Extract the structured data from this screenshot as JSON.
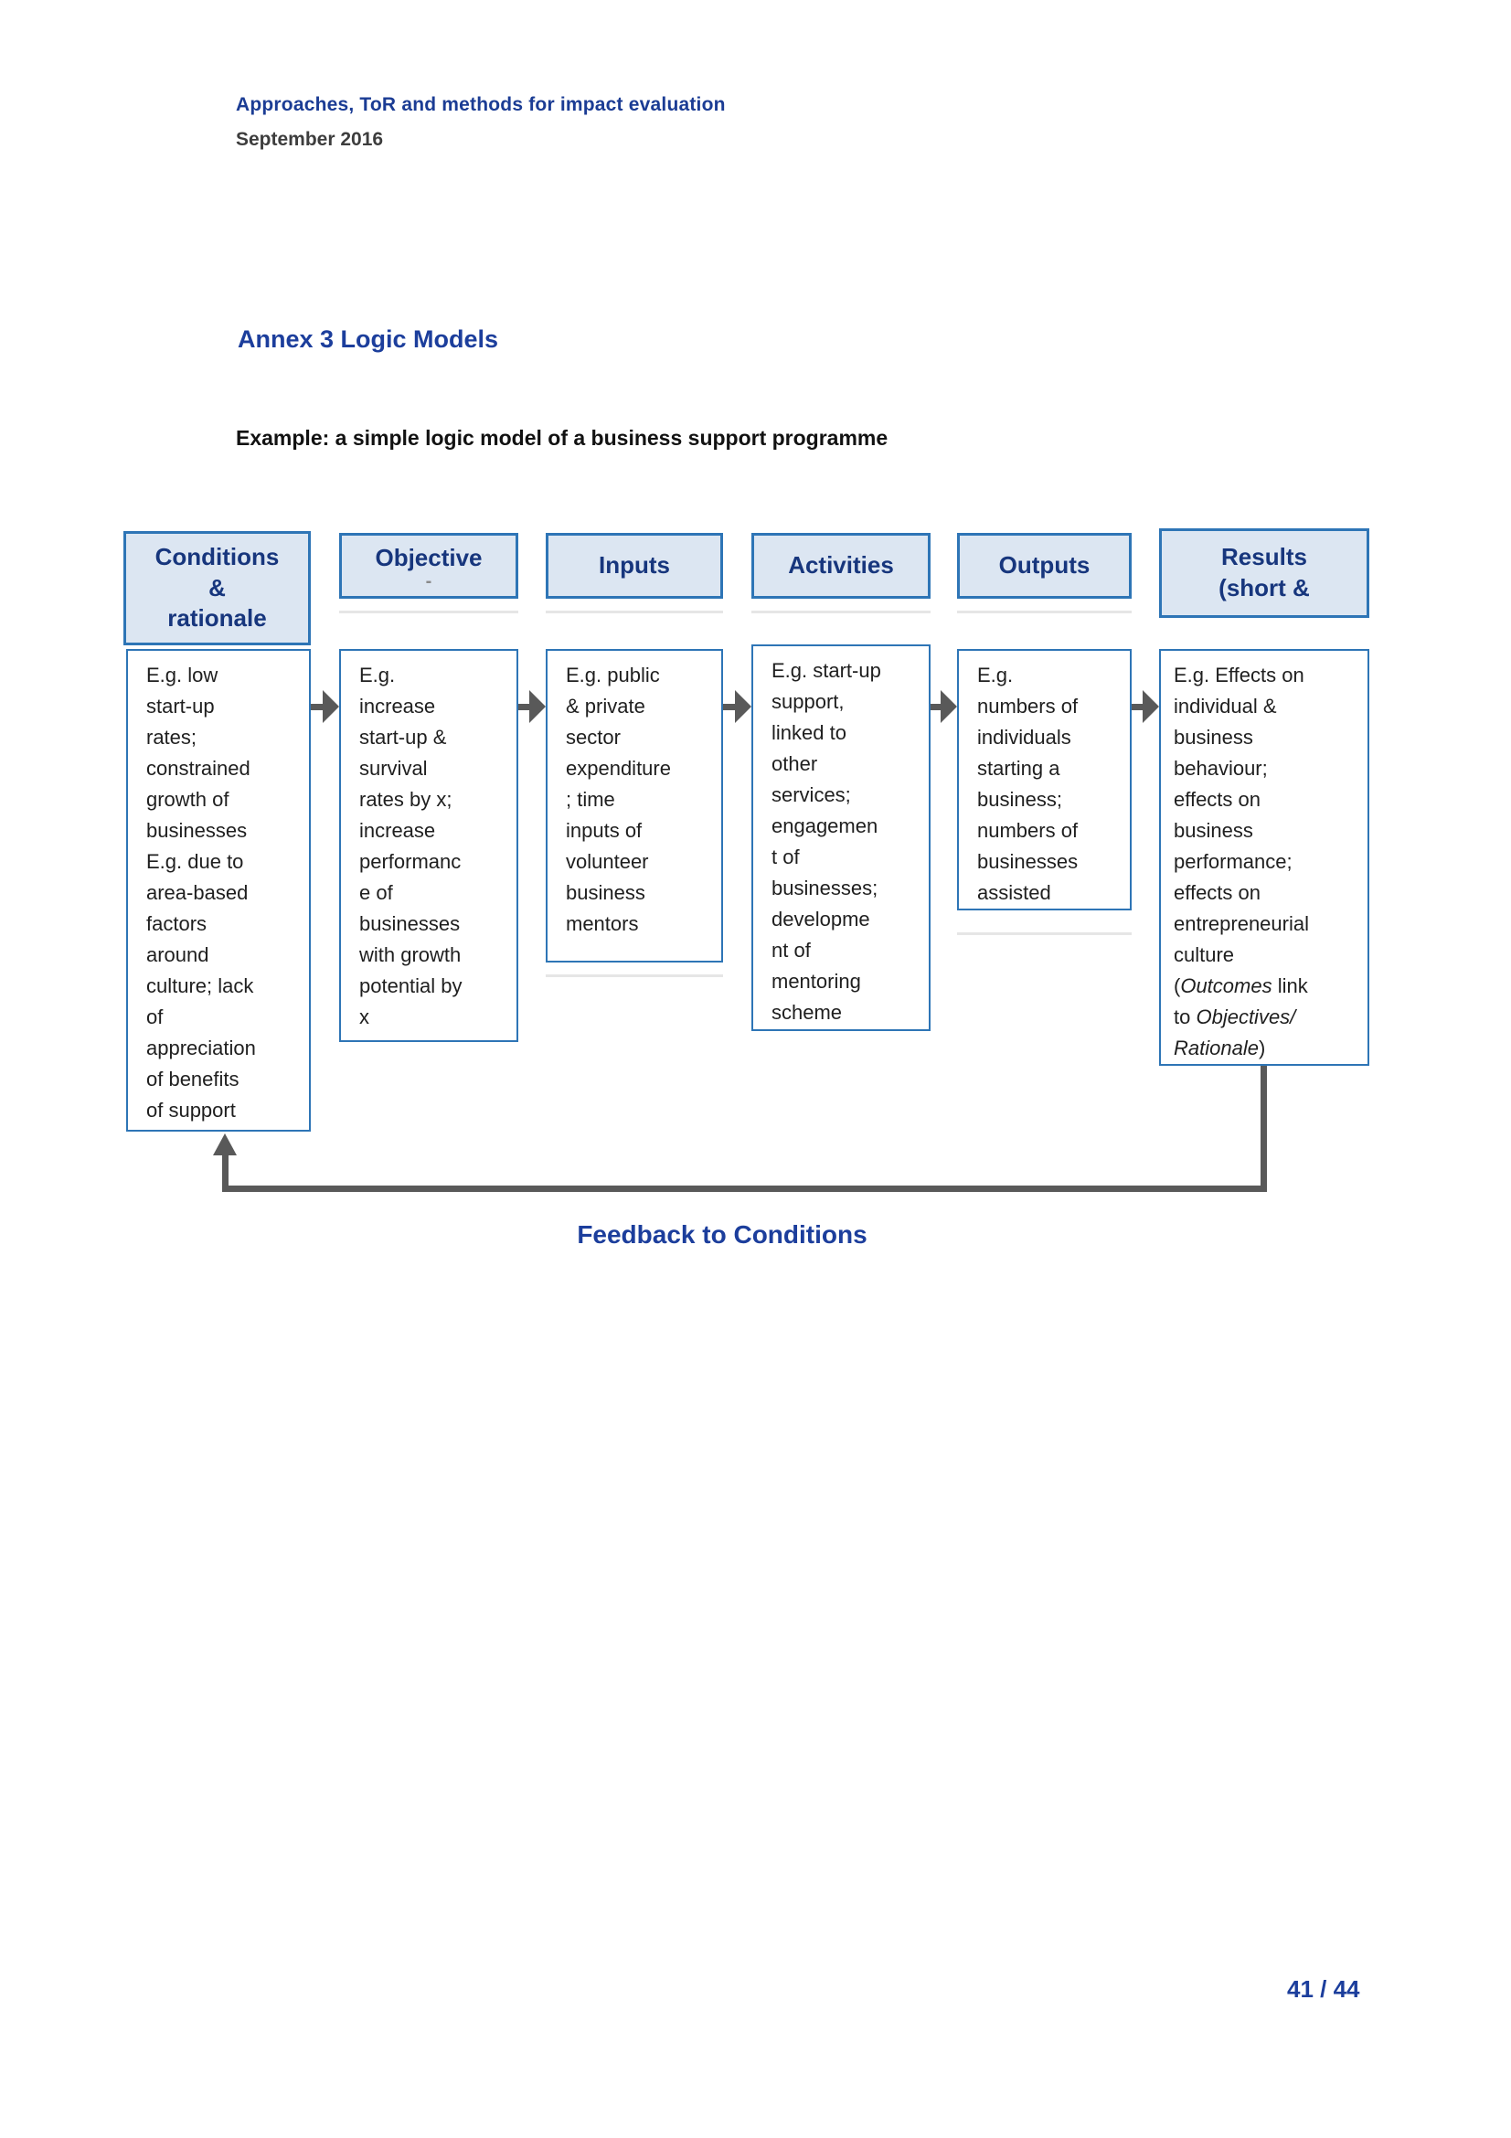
{
  "header": {
    "title": "Approaches, ToR and methods for impact evaluation",
    "date": "September 2016"
  },
  "headings": {
    "annex": "Annex 3 Logic Models",
    "example": "Example: a simple logic model of a business support programme"
  },
  "diagram": {
    "columns": [
      {
        "header": "Conditions\n&\nrationale",
        "body": "E.g. low\nstart-up\nrates;\nconstrained\ngrowth of\nbusinesses\nE.g. due to\narea-based\nfactors\naround\nculture; lack\nof\nappreciation\nof benefits\nof support"
      },
      {
        "header": "Objective",
        "header_note": "-",
        "body": "E.g.\nincrease\nstart-up &\nsurvival\nrates by x;\nincrease\nperformanc\ne of\nbusinesses\nwith growth\npotential by\nx"
      },
      {
        "header": "Inputs",
        "body": "E.g. public\n& private\nsector\nexpenditure\n; time\ninputs of\nvolunteer\nbusiness\nmentors"
      },
      {
        "header": "Activities",
        "body": "E.g. start-up\nsupport,\nlinked to\nother\nservices;\nengagemen\nt of\nbusinesses;\ndevelopme\nnt of\nmentoring\nscheme"
      },
      {
        "header": "Outputs",
        "body": "E.g.\nnumbers of\nindividuals\nstarting a\nbusiness;\nnumbers of\nbusinesses\nassisted"
      },
      {
        "header": "Results\n(short &",
        "body_rich": [
          {
            "text": "E.g. Effects on\nindividual &\nbusiness\nbehaviour;\neffects on\nbusiness\nperformance;\neffects on\nentrepreneurial\nculture\n(",
            "italic": false
          },
          {
            "text": "Outcomes",
            "italic": true
          },
          {
            "text": " link\nto ",
            "italic": false
          },
          {
            "text": "Objectives/",
            "italic": true
          },
          {
            "text": "\n",
            "italic": false
          },
          {
            "text": "Rationale",
            "italic": true
          },
          {
            "text": ")",
            "italic": false
          }
        ]
      }
    ],
    "feedback_label": "Feedback to Conditions"
  },
  "footer": {
    "page_number": "41 / 44"
  },
  "colors": {
    "heading_blue": "#1c3e9c",
    "doc_title_blue": "#1b3c94",
    "header_box_fill": "#dce6f2",
    "box_border_blue": "#2e75b6",
    "header_text_navy": "#17367d",
    "arrow_gray": "#595959",
    "body_text": "#1f1f1f",
    "date_gray": "#3d3d3d"
  }
}
